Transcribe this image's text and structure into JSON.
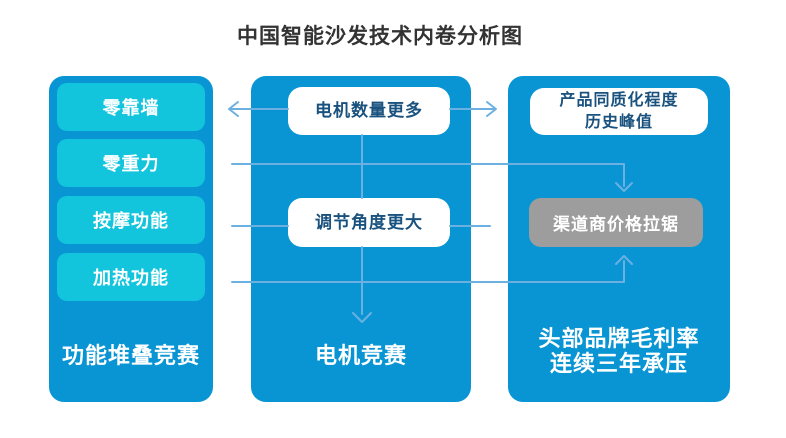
{
  "title": "中国智能沙发技术内卷分析图",
  "colors": {
    "panel_blue": "#0995d4",
    "cyan": "#12c4dc",
    "navy_text": "#1a527f",
    "line_blue": "#6cb0e2",
    "gray_box": "#9d9d9d",
    "title_text": "#333333"
  },
  "left_column": {
    "features": [
      "零靠墙",
      "零重力",
      "按摩功能",
      "加热功能"
    ],
    "label": "功能堆叠竞赛"
  },
  "middle_column": {
    "box_motor_count": "电机数量更多",
    "box_adjust_angle": "调节角度更大",
    "label": "电机竞赛"
  },
  "right_column": {
    "box_homogenization_line1": "产品同质化程度",
    "box_homogenization_line2": "历史峰值",
    "box_price_war": "渠道商价格拉锯",
    "label_line1": "头部品牌毛利率",
    "label_line2": "连续三年承压"
  },
  "connectors": [
    {
      "from": "电机数量更多",
      "to": "零靠墙",
      "direction": "left-arrow"
    },
    {
      "from": "电机数量更多",
      "to": "产品同质化程度历史峰值",
      "direction": "right-arrow"
    },
    {
      "from": "零重力",
      "to": "渠道商价格拉锯",
      "direction": "down-arrow"
    },
    {
      "from": "按摩功能 / 调节角度更大",
      "to": "",
      "direction": "line"
    },
    {
      "from": "加热功能",
      "to": "渠道商价格拉锯",
      "direction": "up-arrow"
    },
    {
      "from": "调节角度更大",
      "to": "电机竞赛",
      "direction": "down-arrow"
    }
  ]
}
